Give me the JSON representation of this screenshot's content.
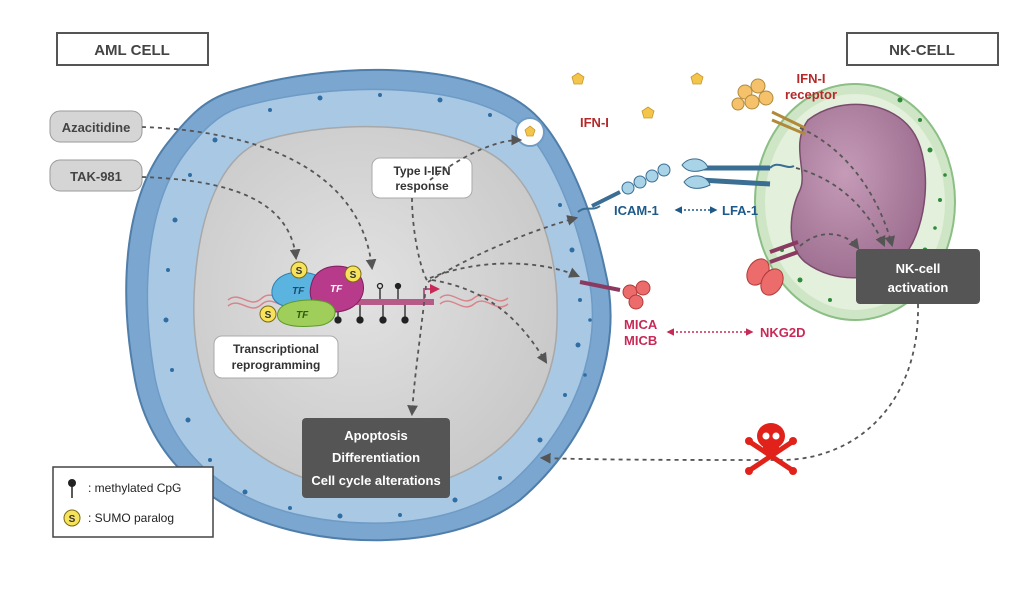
{
  "labels": {
    "aml_cell": "AML CELL",
    "nk_cell": "NK-CELL",
    "azacitidine": "Azacitidine",
    "tak981": "TAK-981",
    "type_ifn_1": "Type I-IFN",
    "type_ifn_2": "response",
    "ifn_i": "IFN-I",
    "ifn_receptor_1": "IFN-I",
    "ifn_receptor_2": "receptor",
    "icam1": "ICAM-1",
    "lfa1": "LFA-1",
    "mica": "MICA",
    "micb": "MICB",
    "nkg2d": "NKG2D",
    "nk_activation_1": "NK-cell",
    "nk_activation_2": "activation",
    "transcriptional_1": "Transcriptional",
    "transcriptional_2": "reprogramming",
    "tf": "TF",
    "sumo": "S",
    "outcome_1": "Apoptosis",
    "outcome_2": "Differentiation",
    "outcome_3": "Cell cycle alterations"
  },
  "legend": {
    "cpg_label": ": methylated CpG",
    "sumo_symbol": "S",
    "sumo_label": ": SUMO paralog"
  },
  "colors": {
    "red_label": "#b5292b",
    "blue_label": "#1d5a8a",
    "magenta_label": "#c82a57",
    "dark_box": "#555555",
    "ifn_yellow": "#f3c64b"
  }
}
